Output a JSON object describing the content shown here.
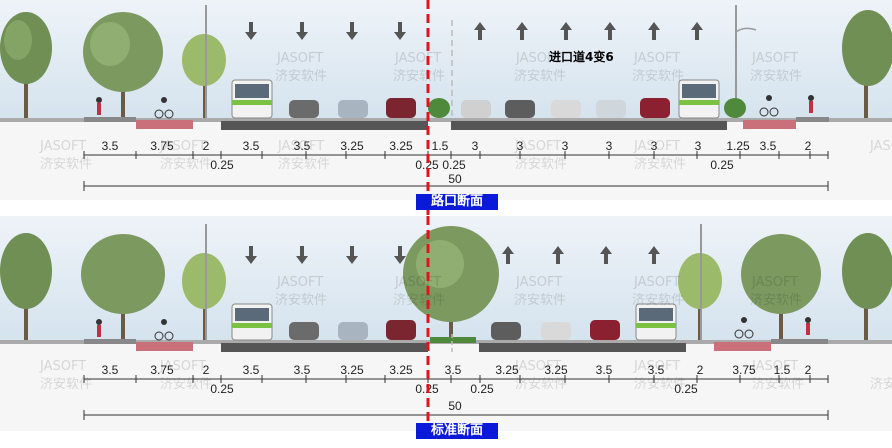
{
  "watermark": {
    "line1": "JASOFT",
    "line2": "济安软件"
  },
  "sections": [
    {
      "id": "intersection",
      "title": "路口断面",
      "annotation": "进口道4变6",
      "dimensions": [
        "3.5",
        "3.75",
        "2",
        "0.25",
        "3.5",
        "3.5",
        "3.25",
        "3.25",
        "0.25",
        "1.5",
        "0.25",
        "3",
        "3",
        "3",
        "3",
        "3",
        "3",
        "1.25",
        "0.25",
        "3.5",
        "2"
      ],
      "total": "50"
    },
    {
      "id": "standard",
      "title": "标准断面",
      "dimensions": [
        "3.5",
        "3.75",
        "2",
        "0.25",
        "3.5",
        "3.5",
        "3.25",
        "3.25",
        "0.25",
        "3.5",
        "0.25",
        "3.25",
        "3.25",
        "3.5",
        "3.5",
        "0.25",
        "2",
        "3.75",
        "1.5",
        "2"
      ],
      "total": "50"
    }
  ],
  "colors": {
    "sky": "#dfe9f2",
    "asphalt": "#555555",
    "bike_lane": "#c9707a",
    "centerline": "#e0141e",
    "title_bg": "#0a1ad8"
  }
}
